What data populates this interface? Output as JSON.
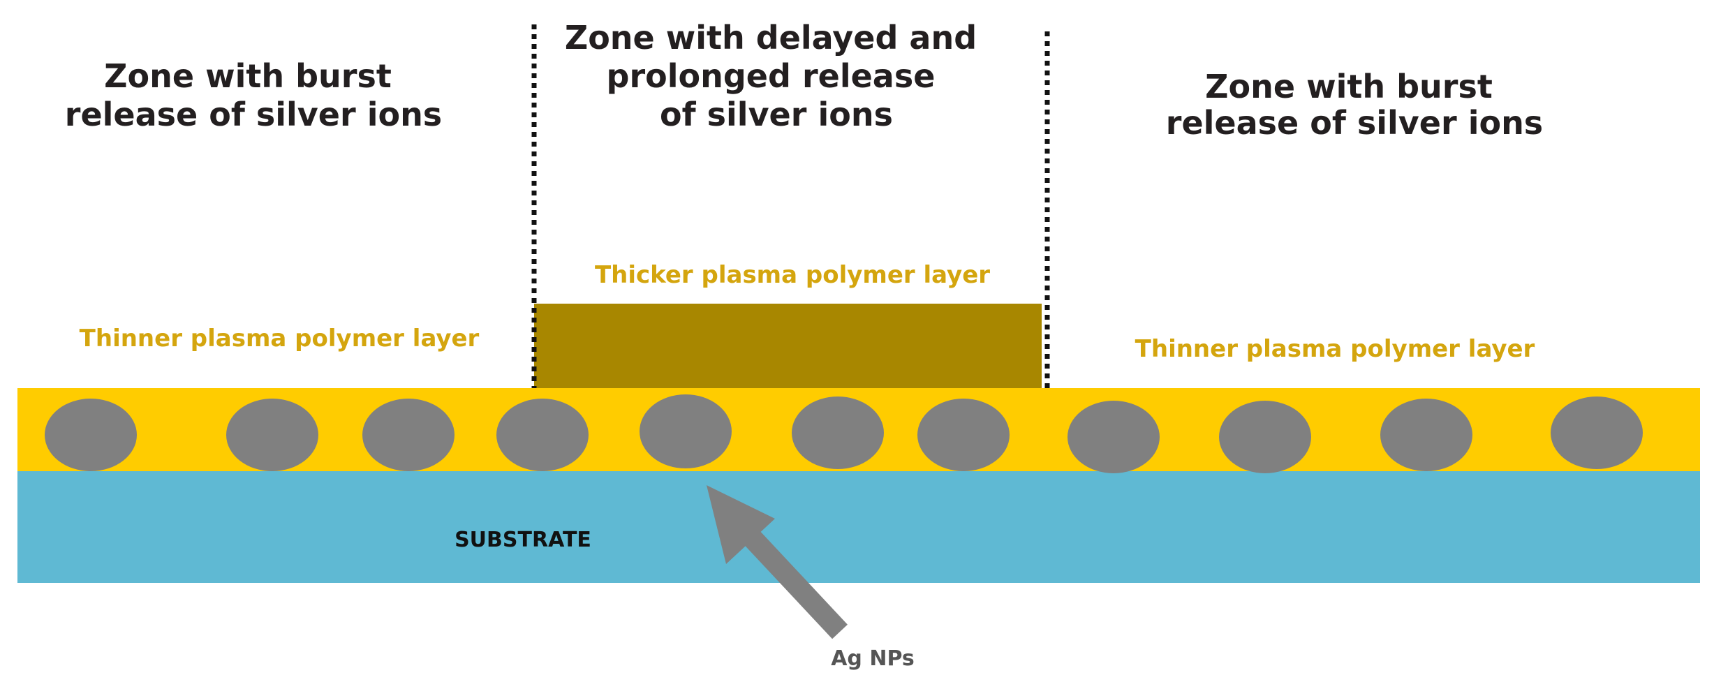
{
  "zones": {
    "left": [
      "Zone with burst",
      "release of silver ions"
    ],
    "center": [
      "Zone with delayed and",
      "prolonged release",
      "of silver ions"
    ],
    "right": [
      "Zone with burst",
      "release of silver ions"
    ]
  },
  "layers": {
    "thicker_label": "Thicker plasma polymer layer",
    "thinner_left_label": "Thinner plasma polymer layer",
    "thinner_right_label": "Thinner plasma polymer layer",
    "substrate_label": "SUBSTRATE"
  },
  "nanoparticles": {
    "label": "Ag NPs",
    "count": 11
  },
  "colors": {
    "thin_layer": "#ffcc00",
    "thick_layer": "#a88700",
    "substrate": "#5fb9d3",
    "nanoparticle": "#808080",
    "layer_text": "#d4a50e",
    "arrow": "#808080"
  }
}
